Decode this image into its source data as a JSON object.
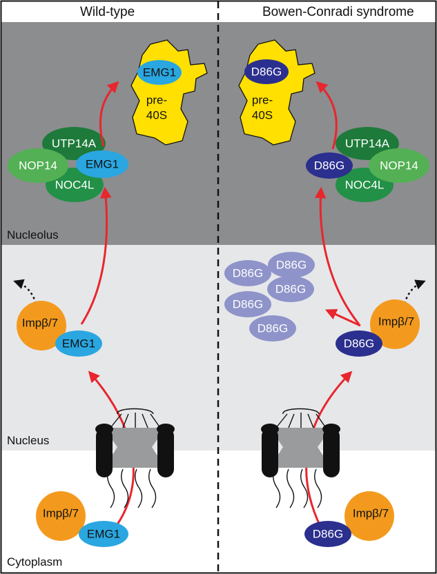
{
  "headers": {
    "left": "Wild-type",
    "right": "Bowen-Conradi syndrome"
  },
  "regions": {
    "nucleolus": "Nucleolus",
    "nucleus": "Nucleus",
    "cytoplasm": "Cytoplasm"
  },
  "labels": {
    "emg1": "EMG1",
    "d86g": "D86G",
    "utp14a": "UTP14A",
    "nop14": "NOP14",
    "noc4l": "NOC4L",
    "impb7": "Impβ/7",
    "pre": "pre-",
    "s40": "40S"
  },
  "colors": {
    "nucleolus_bg": "#8c8d8f",
    "nucleus_bg": "#e6e7e9",
    "cytoplasm_bg": "#ffffff",
    "emg1": "#2aa6e0",
    "d86g": "#2b2f8e",
    "d86g_aggregate": "#8e93c9",
    "utp14a": "#1e7a3a",
    "nop14": "#53b054",
    "noc4l": "#229046",
    "impb7": "#f39a1e",
    "pre40s": "#ffe000",
    "arrow": "#e8262c"
  }
}
